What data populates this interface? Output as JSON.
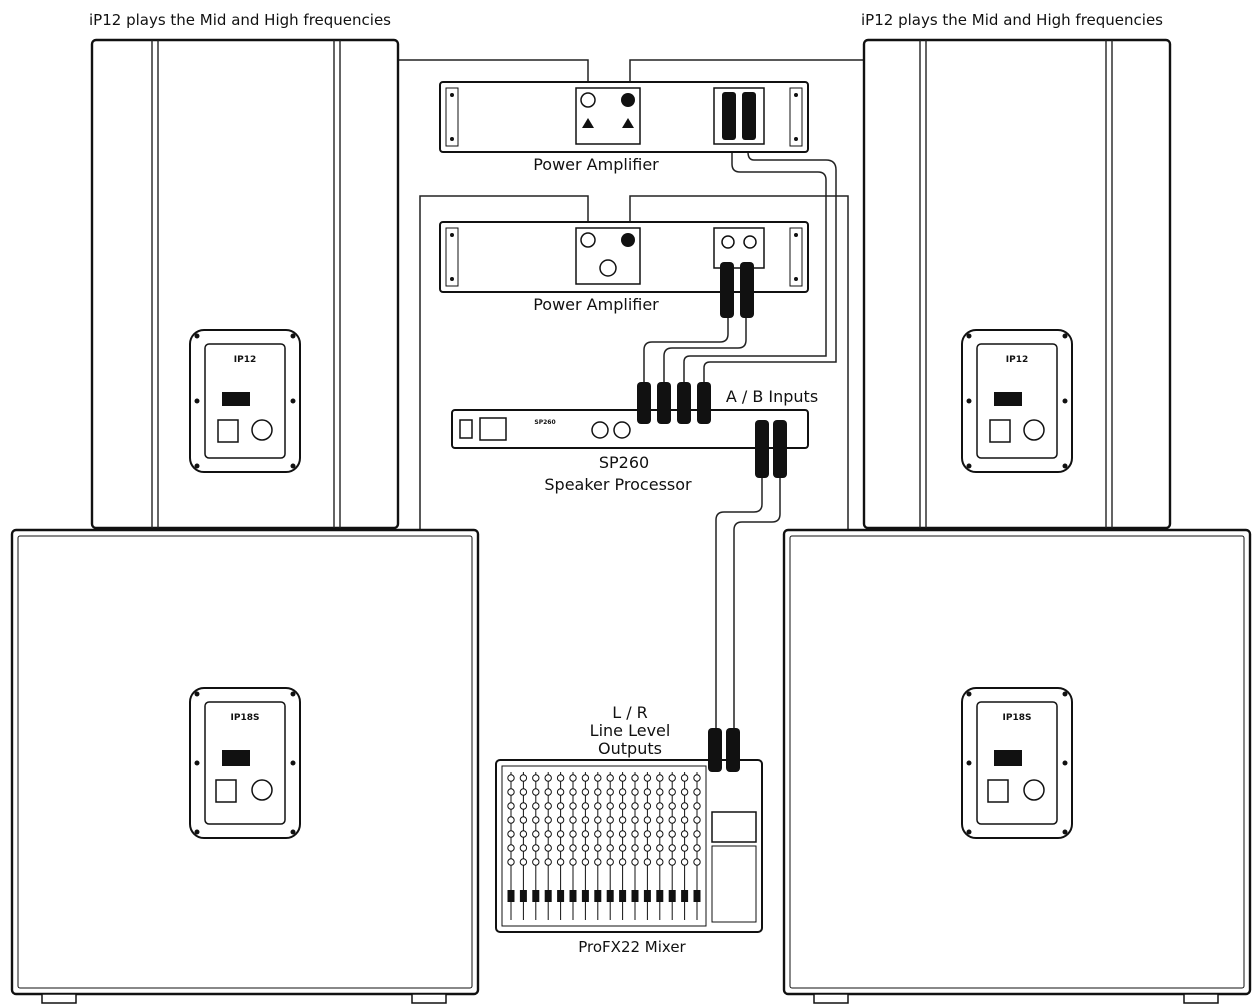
{
  "labels": {
    "left_top_caption": "iP12 plays the Mid and High frequencies",
    "right_top_caption": "iP12 plays the Mid and High frequencies",
    "amp1": "Power Amplifier",
    "amp2": "Power Amplifier",
    "processor_model": "SP260",
    "processor_desc": "Speaker Processor",
    "ab_inputs": "A / B Inputs",
    "mixer_outputs_1": "L / R",
    "mixer_outputs_2": "Line Level",
    "mixer_outputs_3": "Outputs",
    "mixer": "ProFX22 Mixer"
  },
  "panel_badges": {
    "ip12": "IP12",
    "ip18s": "IP18S",
    "sp260_small": "SP260"
  },
  "colors": {
    "line": "#111111",
    "background": "#ffffff"
  }
}
